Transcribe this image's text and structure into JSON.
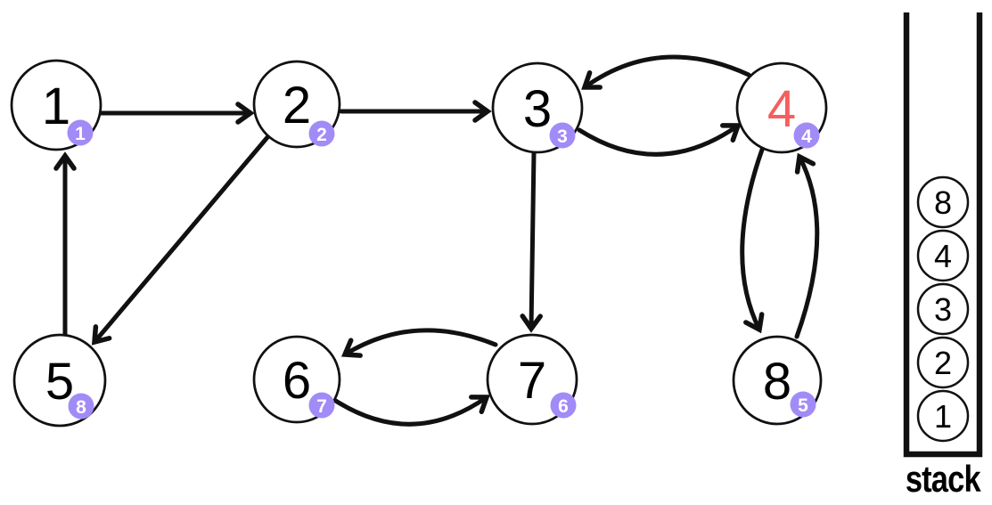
{
  "diagram": {
    "kind": "directed-graph-dfs-visualization",
    "nodes": [
      {
        "id": "1",
        "label": "1",
        "visit_order": "1",
        "highlighted": false
      },
      {
        "id": "2",
        "label": "2",
        "visit_order": "2",
        "highlighted": false
      },
      {
        "id": "3",
        "label": "3",
        "visit_order": "3",
        "highlighted": false
      },
      {
        "id": "4",
        "label": "4",
        "visit_order": "4",
        "highlighted": true
      },
      {
        "id": "5",
        "label": "5",
        "visit_order": "8",
        "highlighted": false
      },
      {
        "id": "6",
        "label": "6",
        "visit_order": "7",
        "highlighted": false
      },
      {
        "id": "7",
        "label": "7",
        "visit_order": "6",
        "highlighted": false
      },
      {
        "id": "8",
        "label": "8",
        "visit_order": "5",
        "highlighted": false
      }
    ],
    "edges": [
      {
        "from": "1",
        "to": "2"
      },
      {
        "from": "2",
        "to": "3"
      },
      {
        "from": "2",
        "to": "5"
      },
      {
        "from": "5",
        "to": "1"
      },
      {
        "from": "3",
        "to": "7"
      },
      {
        "from": "4",
        "to": "3"
      },
      {
        "from": "3",
        "to": "4"
      },
      {
        "from": "7",
        "to": "6"
      },
      {
        "from": "6",
        "to": "7"
      },
      {
        "from": "4",
        "to": "8"
      },
      {
        "from": "8",
        "to": "4"
      }
    ],
    "colors": {
      "edge": "#111111",
      "node_stroke": "#111111",
      "node_text": "#111111",
      "highlight_text": "#f65e5e",
      "badge_bg": "#a18bf7",
      "badge_text": "#ffffff"
    }
  },
  "stack": {
    "label": "stack",
    "items": [
      "8",
      "4",
      "3",
      "2",
      "1"
    ]
  }
}
